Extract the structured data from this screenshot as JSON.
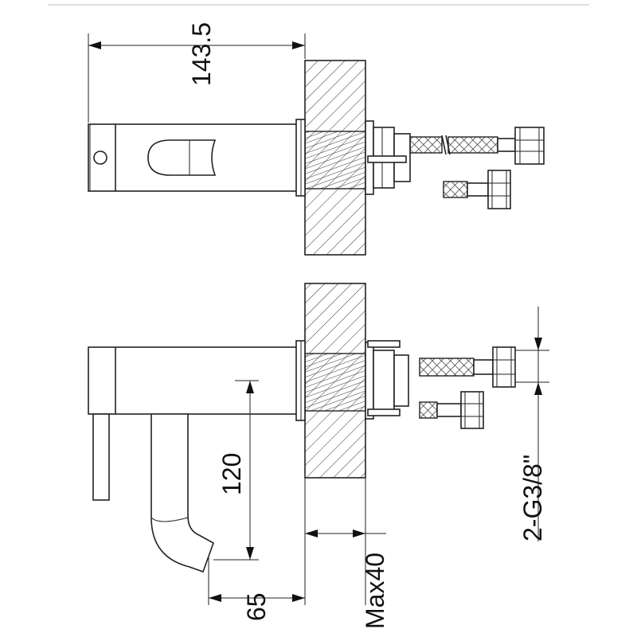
{
  "dimensions": {
    "overall_length": "143.5",
    "height": "120",
    "spout_projection": "65",
    "max_wall": "Max40",
    "connection": "2-G3/8\""
  }
}
